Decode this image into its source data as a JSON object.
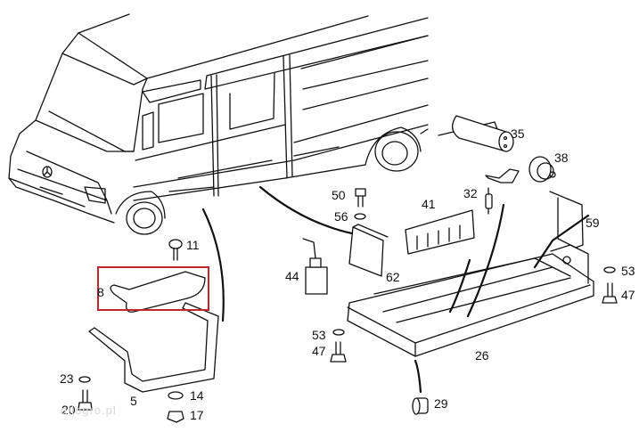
{
  "diagram": {
    "subject": "van chassis parts exploded view",
    "highlight_color": "#c0272d",
    "highlighted_part": "8",
    "watermark": "allegro.pl",
    "part_labels": [
      {
        "id": "p35",
        "text": "35"
      },
      {
        "id": "p38",
        "text": "38"
      },
      {
        "id": "p50",
        "text": "50"
      },
      {
        "id": "p41",
        "text": "41"
      },
      {
        "id": "p32",
        "text": "32"
      },
      {
        "id": "p56",
        "text": "56"
      },
      {
        "id": "p59",
        "text": "59"
      },
      {
        "id": "p11",
        "text": "11"
      },
      {
        "id": "p44",
        "text": "44"
      },
      {
        "id": "p62",
        "text": "62"
      },
      {
        "id": "p53a",
        "text": "53"
      },
      {
        "id": "p47a",
        "text": "47"
      },
      {
        "id": "p8",
        "text": "8"
      },
      {
        "id": "p53b",
        "text": "53"
      },
      {
        "id": "p47b",
        "text": "47"
      },
      {
        "id": "p26",
        "text": "26"
      },
      {
        "id": "p23",
        "text": "23"
      },
      {
        "id": "p14",
        "text": "14"
      },
      {
        "id": "p5",
        "text": "5"
      },
      {
        "id": "p29",
        "text": "29"
      },
      {
        "id": "p20",
        "text": "20"
      },
      {
        "id": "p17",
        "text": "17"
      }
    ]
  }
}
